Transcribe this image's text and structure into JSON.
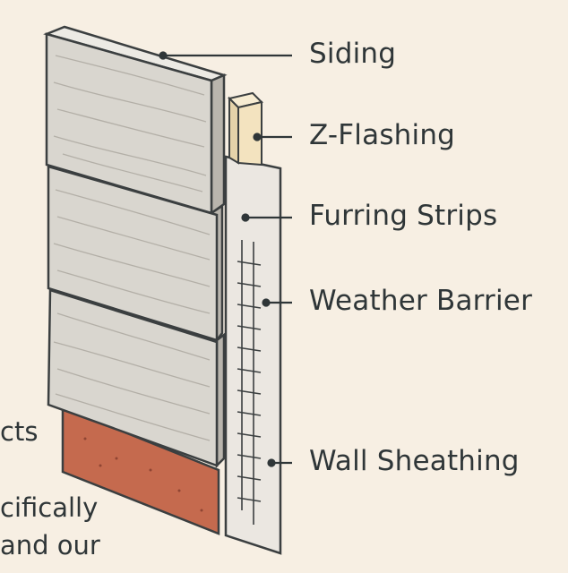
{
  "labels": {
    "siding": "Siding",
    "z_flashing": "Z-Flashing",
    "furring_strips": "Furring Strips",
    "weather_barrier": "Weather Barrier",
    "wall_sheathing": "Wall Sheathing"
  },
  "cropped_text": {
    "line1": "cts",
    "line2": "cifically",
    "line3": "and our"
  },
  "colors": {
    "background": "#f7efe3",
    "siding": "#d9d6cf",
    "siding_edge": "#b9b5ad",
    "outline": "#3b3f40",
    "z_flashing": "#f3e3bf",
    "wall_panel": "#ebe7e1",
    "brick": "#c56a4e",
    "text": "#2f3638"
  }
}
